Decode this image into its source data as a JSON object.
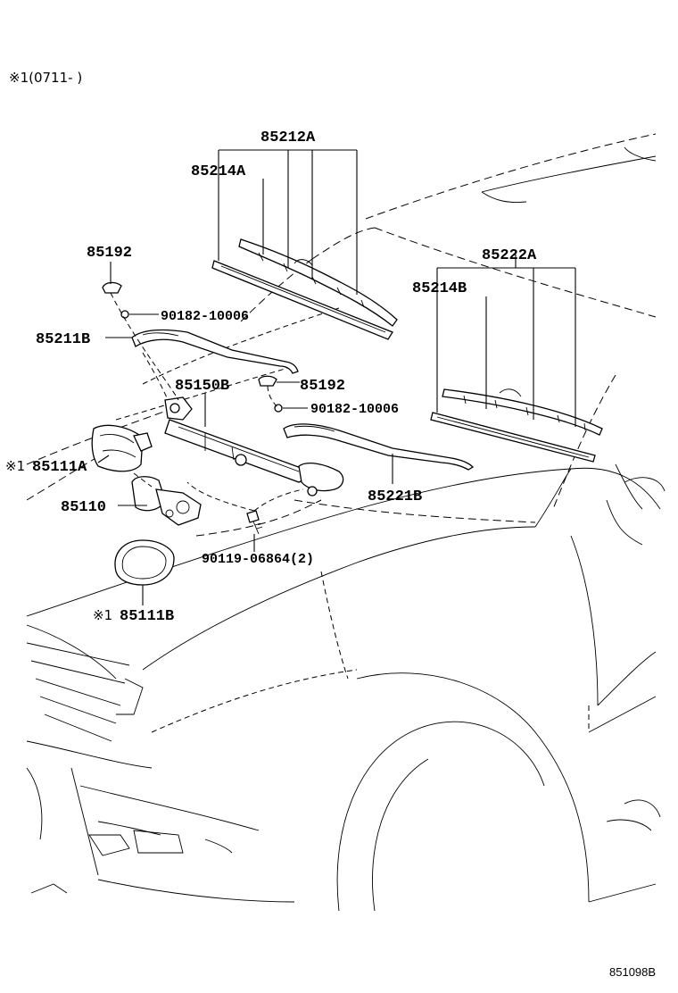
{
  "header": {
    "note": "※1(0711-  )"
  },
  "parts": {
    "p85212A": "85212A",
    "p85214A": "85214A",
    "p85192_top": "85192",
    "p90182_top": "90182-10006",
    "p85211B": "85211B",
    "p85150B": "85150B",
    "p85192_mid": "85192",
    "p90182_mid": "90182-10006",
    "p85111A": "85111A",
    "p85110": "85110",
    "p90119": "90119-06864(2)",
    "p85111B": "85111B",
    "p85222A": "85222A",
    "p85214B": "85214B",
    "p85221B": "85221B"
  },
  "markers": {
    "ref1": "※1"
  },
  "footer": {
    "code": "851098B"
  }
}
